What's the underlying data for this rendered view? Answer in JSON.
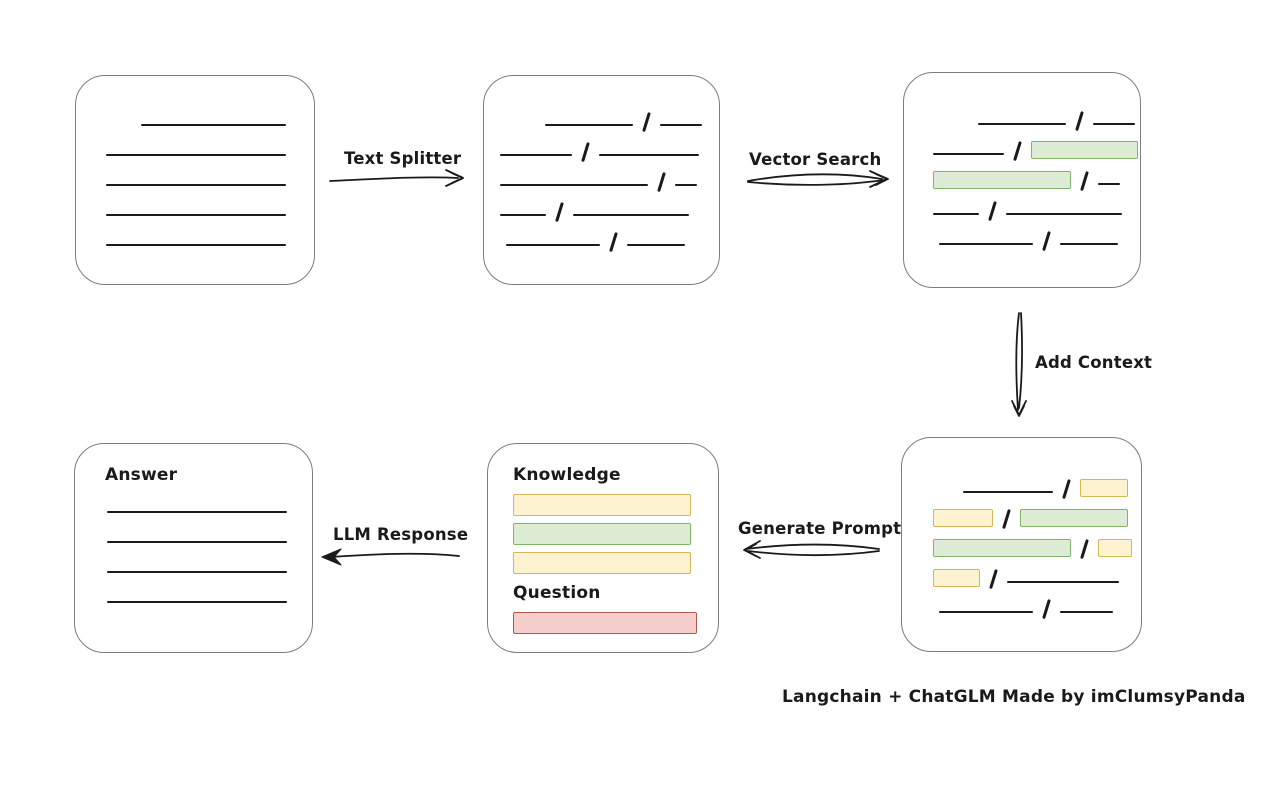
{
  "caption": "Langchain + ChatGLM Made by imClumsyPanda",
  "colors": {
    "ink": "#1a1a1a",
    "box_border": "#7d7d7d",
    "green_fill": "#ddedd5",
    "green_border": "#82b366",
    "yellow_fill": "#fdf3d0",
    "yellow_border": "#d6b656",
    "red_fill": "#f6cfcd",
    "red_border": "#b85450"
  },
  "arrows": {
    "text_splitter": {
      "label": "Text Splitter",
      "direction": "right"
    },
    "vector_search": {
      "label": "Vector Search",
      "direction": "right"
    },
    "add_context": {
      "label": "Add Context",
      "direction": "down"
    },
    "generate_prompt": {
      "label": "Generate Prompt",
      "direction": "left"
    },
    "llm_response": {
      "label": "LLM Response",
      "direction": "left"
    }
  },
  "nodes": {
    "source_document": {
      "rows": [
        {
          "indent": 35,
          "segs": [
            {
              "k": "line",
              "w": 145
            }
          ]
        },
        {
          "indent": 0,
          "segs": [
            {
              "k": "line",
              "w": 180
            }
          ]
        },
        {
          "indent": 0,
          "segs": [
            {
              "k": "line",
              "w": 180
            }
          ]
        },
        {
          "indent": 0,
          "segs": [
            {
              "k": "line",
              "w": 180
            }
          ]
        },
        {
          "indent": 0,
          "segs": [
            {
              "k": "line",
              "w": 180
            }
          ]
        }
      ]
    },
    "split_chunks": {
      "rows": [
        {
          "indent": 45,
          "segs": [
            {
              "k": "line",
              "w": 88
            },
            {
              "k": "slash"
            },
            {
              "k": "line",
              "w": 42
            }
          ]
        },
        {
          "indent": 0,
          "segs": [
            {
              "k": "line",
              "w": 72
            },
            {
              "k": "slash"
            },
            {
              "k": "line",
              "w": 100
            }
          ]
        },
        {
          "indent": 0,
          "segs": [
            {
              "k": "line",
              "w": 148
            },
            {
              "k": "slash"
            },
            {
              "k": "line",
              "w": 22
            }
          ]
        },
        {
          "indent": 0,
          "segs": [
            {
              "k": "line",
              "w": 46
            },
            {
              "k": "slash"
            },
            {
              "k": "line",
              "w": 116
            }
          ]
        },
        {
          "indent": 6,
          "segs": [
            {
              "k": "line",
              "w": 94
            },
            {
              "k": "slash"
            },
            {
              "k": "line",
              "w": 58
            }
          ]
        }
      ]
    },
    "matched_chunks": {
      "rows": [
        {
          "indent": 45,
          "segs": [
            {
              "k": "line",
              "w": 88
            },
            {
              "k": "slash"
            },
            {
              "k": "line",
              "w": 42
            }
          ]
        },
        {
          "indent": 0,
          "segs": [
            {
              "k": "line",
              "w": 72
            },
            {
              "k": "slash"
            },
            {
              "k": "chunk",
              "c": "green",
              "w": 106
            }
          ]
        },
        {
          "indent": 0,
          "segs": [
            {
              "k": "chunk",
              "c": "green",
              "w": 136
            },
            {
              "k": "slash"
            },
            {
              "k": "line",
              "w": 22
            }
          ]
        },
        {
          "indent": 0,
          "segs": [
            {
              "k": "line",
              "w": 46
            },
            {
              "k": "slash"
            },
            {
              "k": "line",
              "w": 116
            }
          ]
        },
        {
          "indent": 6,
          "segs": [
            {
              "k": "line",
              "w": 94
            },
            {
              "k": "slash"
            },
            {
              "k": "line",
              "w": 58
            }
          ]
        }
      ]
    },
    "context_chunks": {
      "rows": [
        {
          "indent": 30,
          "segs": [
            {
              "k": "line",
              "w": 90
            },
            {
              "k": "slash"
            },
            {
              "k": "chunk",
              "c": "yellow",
              "w": 46
            }
          ]
        },
        {
          "indent": 0,
          "segs": [
            {
              "k": "chunk",
              "c": "yellow",
              "w": 58
            },
            {
              "k": "slash"
            },
            {
              "k": "chunk",
              "c": "green",
              "w": 106
            }
          ]
        },
        {
          "indent": 0,
          "segs": [
            {
              "k": "chunk",
              "c": "green",
              "w": 136
            },
            {
              "k": "slash"
            },
            {
              "k": "chunk",
              "c": "yellow",
              "w": 32
            }
          ]
        },
        {
          "indent": 0,
          "segs": [
            {
              "k": "chunk",
              "c": "yellow",
              "w": 45
            },
            {
              "k": "slash"
            },
            {
              "k": "line",
              "w": 112
            }
          ]
        },
        {
          "indent": 6,
          "segs": [
            {
              "k": "line",
              "w": 94
            },
            {
              "k": "slash"
            },
            {
              "k": "line",
              "w": 53
            }
          ]
        }
      ]
    },
    "prompt": {
      "knowledge_label": "Knowledge",
      "question_label": "Question",
      "knowledge_bars": [
        {
          "c": "yellow",
          "w": 176
        },
        {
          "c": "green",
          "w": 176
        },
        {
          "c": "yellow",
          "w": 176
        }
      ],
      "question_bars": [
        {
          "c": "red",
          "w": 182
        }
      ]
    },
    "answer": {
      "label": "Answer",
      "rows": [
        {
          "indent": 0,
          "segs": [
            {
              "k": "line",
              "w": 180
            }
          ]
        },
        {
          "indent": 0,
          "segs": [
            {
              "k": "line",
              "w": 180
            }
          ]
        },
        {
          "indent": 0,
          "segs": [
            {
              "k": "line",
              "w": 180
            }
          ]
        },
        {
          "indent": 0,
          "segs": [
            {
              "k": "line",
              "w": 180
            }
          ]
        }
      ]
    }
  }
}
